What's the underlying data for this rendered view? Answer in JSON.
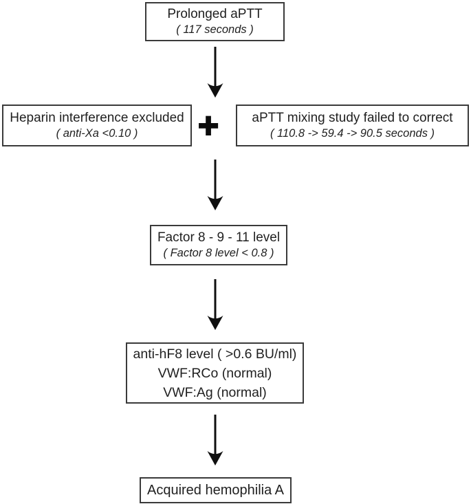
{
  "diagram": {
    "colors": {
      "border": "#3a3a3a",
      "text": "#1f1f1f",
      "arrow": "#0f0f0f",
      "background": "#ffffff"
    },
    "nodes": {
      "prolonged_aptt": {
        "title": "Prolonged aPTT",
        "subtitle": "( 117 seconds )"
      },
      "heparin_excluded": {
        "title": "Heparin interference excluded",
        "subtitle": "( anti-Xa <0.10 )"
      },
      "plus_symbol": "+",
      "mixing_study": {
        "title": "aPTT mixing study failed to correct",
        "subtitle": "( 110.8 -> 59.4 -> 90.5 seconds )"
      },
      "factor_levels": {
        "title": "Factor 8 - 9 - 11 level",
        "subtitle": "( Factor 8 level < 0.8 )"
      },
      "inhibitor_vwf": {
        "line1": "anti-hF8 level ( >0.6 BU/ml)",
        "line2": "VWF:RCo (normal)",
        "line3": "VWF:Ag (normal)"
      },
      "diagnosis": {
        "title": "Acquired hemophilia A"
      }
    }
  }
}
